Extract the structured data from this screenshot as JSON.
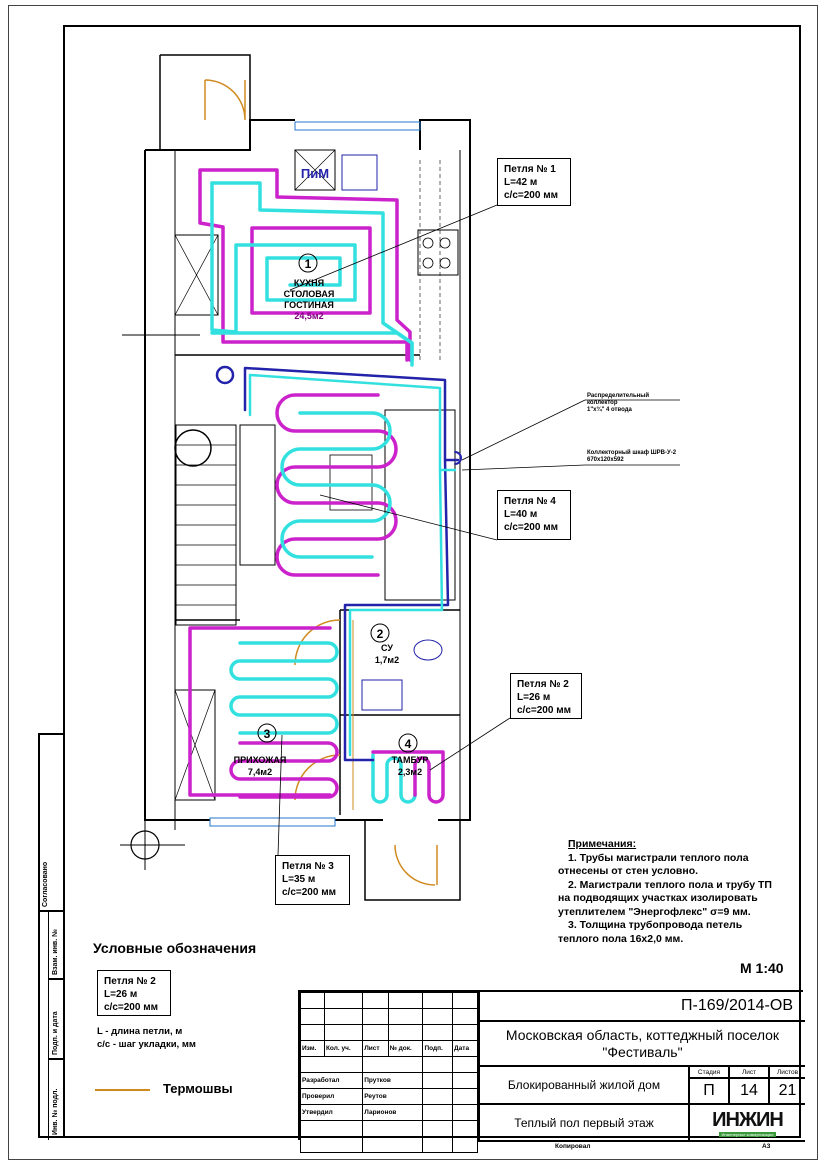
{
  "plan": {
    "rooms": [
      {
        "num": "1",
        "name1": "КУХНЯ",
        "name2": "СТОЛОВАЯ",
        "name3": "ГОСТИНАЯ",
        "area": "24,5м2"
      },
      {
        "num": "2",
        "name1": "СУ",
        "area": "1,7м2"
      },
      {
        "num": "3",
        "name1": "ПРИХОЖАЯ",
        "area": "7,4м2"
      },
      {
        "num": "4",
        "name1": "ТАМБУР",
        "area": "2,3м2"
      }
    ],
    "pim_label": "ПиМ",
    "collector_label": {
      "line1": "Распределительный",
      "line2": "коллектор",
      "line3": "1\"х¾\" 4 отвода"
    },
    "cabinet_label": {
      "line1": "Коллекторный шкаф ШРВ-У-2",
      "line2": "670х120х592"
    },
    "loops": [
      {
        "title": "Петля № 1",
        "length": "L=42 м",
        "pitch": "с/с=200 мм"
      },
      {
        "title": "Петля № 2",
        "length": "L=26 м",
        "pitch": "с/с=200 мм"
      },
      {
        "title": "Петля № 3",
        "length": "L=35 м",
        "pitch": "с/с=200 мм"
      },
      {
        "title": "Петля № 4",
        "length": "L=40 м",
        "pitch": "с/с=200 мм"
      }
    ],
    "colors": {
      "supply": "#cc22cc",
      "return": "#33e0e0",
      "main": "#2222aa",
      "door": "#d08a20"
    }
  },
  "legend": {
    "title": "Условные обозначения",
    "sample": {
      "title": "Петля № 2",
      "length": "L=26 м",
      "pitch": "с/с=200 мм"
    },
    "l_desc": "L - длина петли, м",
    "cc_desc": "с/с - шаг укладки, мм",
    "thermoseam": "Термошвы"
  },
  "notes": {
    "title": "Примечания:",
    "items": [
      "1. Трубы магистрали теплого пола",
      "отнесены от стен условно.",
      "2. Магистрали теплого пола и трубу ТП",
      "на подводящих участках изолировать",
      "утеплителем \"Энергофлекс\" σ=9 мм.",
      "3. Толщина трубопровода петель",
      "теплого пола 16х2,0 мм."
    ],
    "scale": "М 1:40"
  },
  "title_block": {
    "code": "П-169/2014-ОВ",
    "location1": "Московская область, коттеджный поселок",
    "location2": "\"Фестиваль\"",
    "object": "Блокированный жилой дом",
    "sheet_title": "Теплый пол первый этаж",
    "stage_h": "Стадия",
    "sheet_h": "Лист",
    "sheets_h": "Листов",
    "stage": "П",
    "sheet": "14",
    "sheets": "21",
    "cols": [
      "Изм.",
      "Кол. уч.",
      "Лист",
      "№ док.",
      "Подп.",
      "Дата"
    ],
    "roles": [
      {
        "role": "Разработал",
        "name": "Прутков"
      },
      {
        "role": "Проверил",
        "name": "Реутов"
      },
      {
        "role": "Утвердил",
        "name": "Ларионов"
      }
    ],
    "logo": "ИНЖИН",
    "logo_sub": "Инженерные коммуникации",
    "copied": "Копировал",
    "format": "А3"
  },
  "stamp": {
    "agreed": "Согласовано",
    "inv_repl": "Взам. инв. №",
    "sign_date": "Подп. и дата",
    "inv_orig": "Инв. № подл."
  }
}
